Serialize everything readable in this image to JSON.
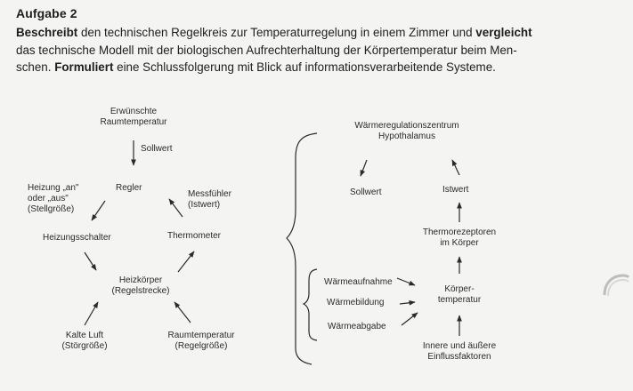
{
  "task": {
    "heading": "Aufgabe 2",
    "s1_bold": "Beschreibt",
    "s1_text": " den technischen Regelkreis zur Temperaturregelung in einem Zimmer und ",
    "s1_bold2": "vergleicht",
    "s1_line2": "das technische Modell mit der biologischen Aufrechterhaltung der Körpertemperatur beim Men-",
    "s1_line3a": "schen. ",
    "s2_bold": "Formuliert",
    "s2_text": " eine Schlussfolgerung mit Blick auf informationsverarbeitende Systeme."
  },
  "technical": {
    "desired_temp_1": "Erwünschte",
    "desired_temp_2": "Raumtemperatur",
    "sollwert": "Sollwert",
    "regler": "Regler",
    "heizung_1": "Heizung „an\"",
    "heizung_2": "oder „aus\"",
    "heizung_3": "(Stellgröße)",
    "messfuehler_1": "Messfühler",
    "messfuehler_2": "(Istwert)",
    "heizungsschalter": "Heizungsschalter",
    "thermometer": "Thermometer",
    "heizkoerper_1": "Heizkörper",
    "heizkoerper_2": "(Regelstrecke)",
    "kalte_luft_1": "Kalte Luft",
    "kalte_luft_2": "(Störgröße)",
    "raumtemp_1": "Raumtemperatur",
    "raumtemp_2": "(Regelgröße)"
  },
  "biological": {
    "zentrum_1": "Wärmeregulationszentrum",
    "zentrum_2": "Hypothalamus",
    "sollwert": "Sollwert",
    "istwert": "Istwert",
    "thermo_1": "Thermorezeptoren",
    "thermo_2": "im Körper",
    "waermeaufnahme": "Wärmeaufnahme",
    "waermebildung": "Wärmebildung",
    "waermeabgabe": "Wärmeabgabe",
    "koerper_1": "Körper-",
    "koerper_2": "temperatur",
    "einfluss_1": "Innere und äußere",
    "einfluss_2": "Einflussfaktoren"
  }
}
